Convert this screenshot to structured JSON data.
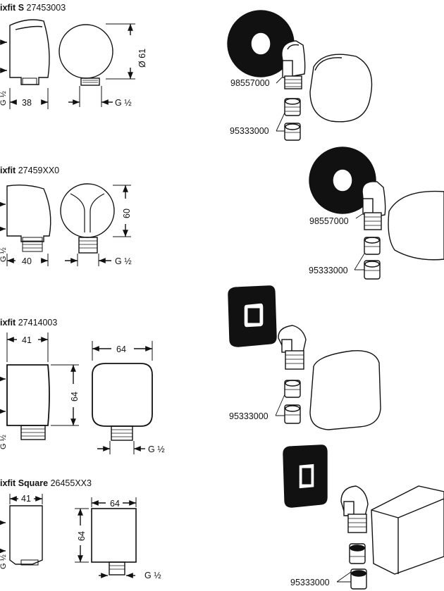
{
  "products": [
    {
      "name": "ixfit S",
      "code": "27453003",
      "dims": {
        "width": "38",
        "dia": "Ø 61",
        "thread": "G ½",
        "side": "G ½"
      },
      "parts": {
        "rosette": "98557000",
        "nipple": "95333000"
      }
    },
    {
      "name": "ixfit",
      "code": "27459XX0",
      "dims": {
        "width": "40",
        "height": "60",
        "thread": "G ½",
        "side": "G ½"
      },
      "parts": {
        "rosette": "98557000",
        "nipple": "95333000"
      }
    },
    {
      "name": "ixfit",
      "code": "27414003",
      "dims": {
        "depth": "41",
        "width": "64",
        "height": "64",
        "thread": "G ½",
        "side": "G ½"
      },
      "parts": {
        "nipple": "95333000"
      }
    },
    {
      "name": "ixfit Square",
      "code": "26455XX3",
      "dims": {
        "depth": "41",
        "width": "64",
        "height": "64",
        "thread": "G ½",
        "side": "G ½"
      },
      "parts": {
        "nipple": "95333000"
      }
    }
  ],
  "colors": {
    "ink": "#111111",
    "paper": "#ffffff"
  }
}
